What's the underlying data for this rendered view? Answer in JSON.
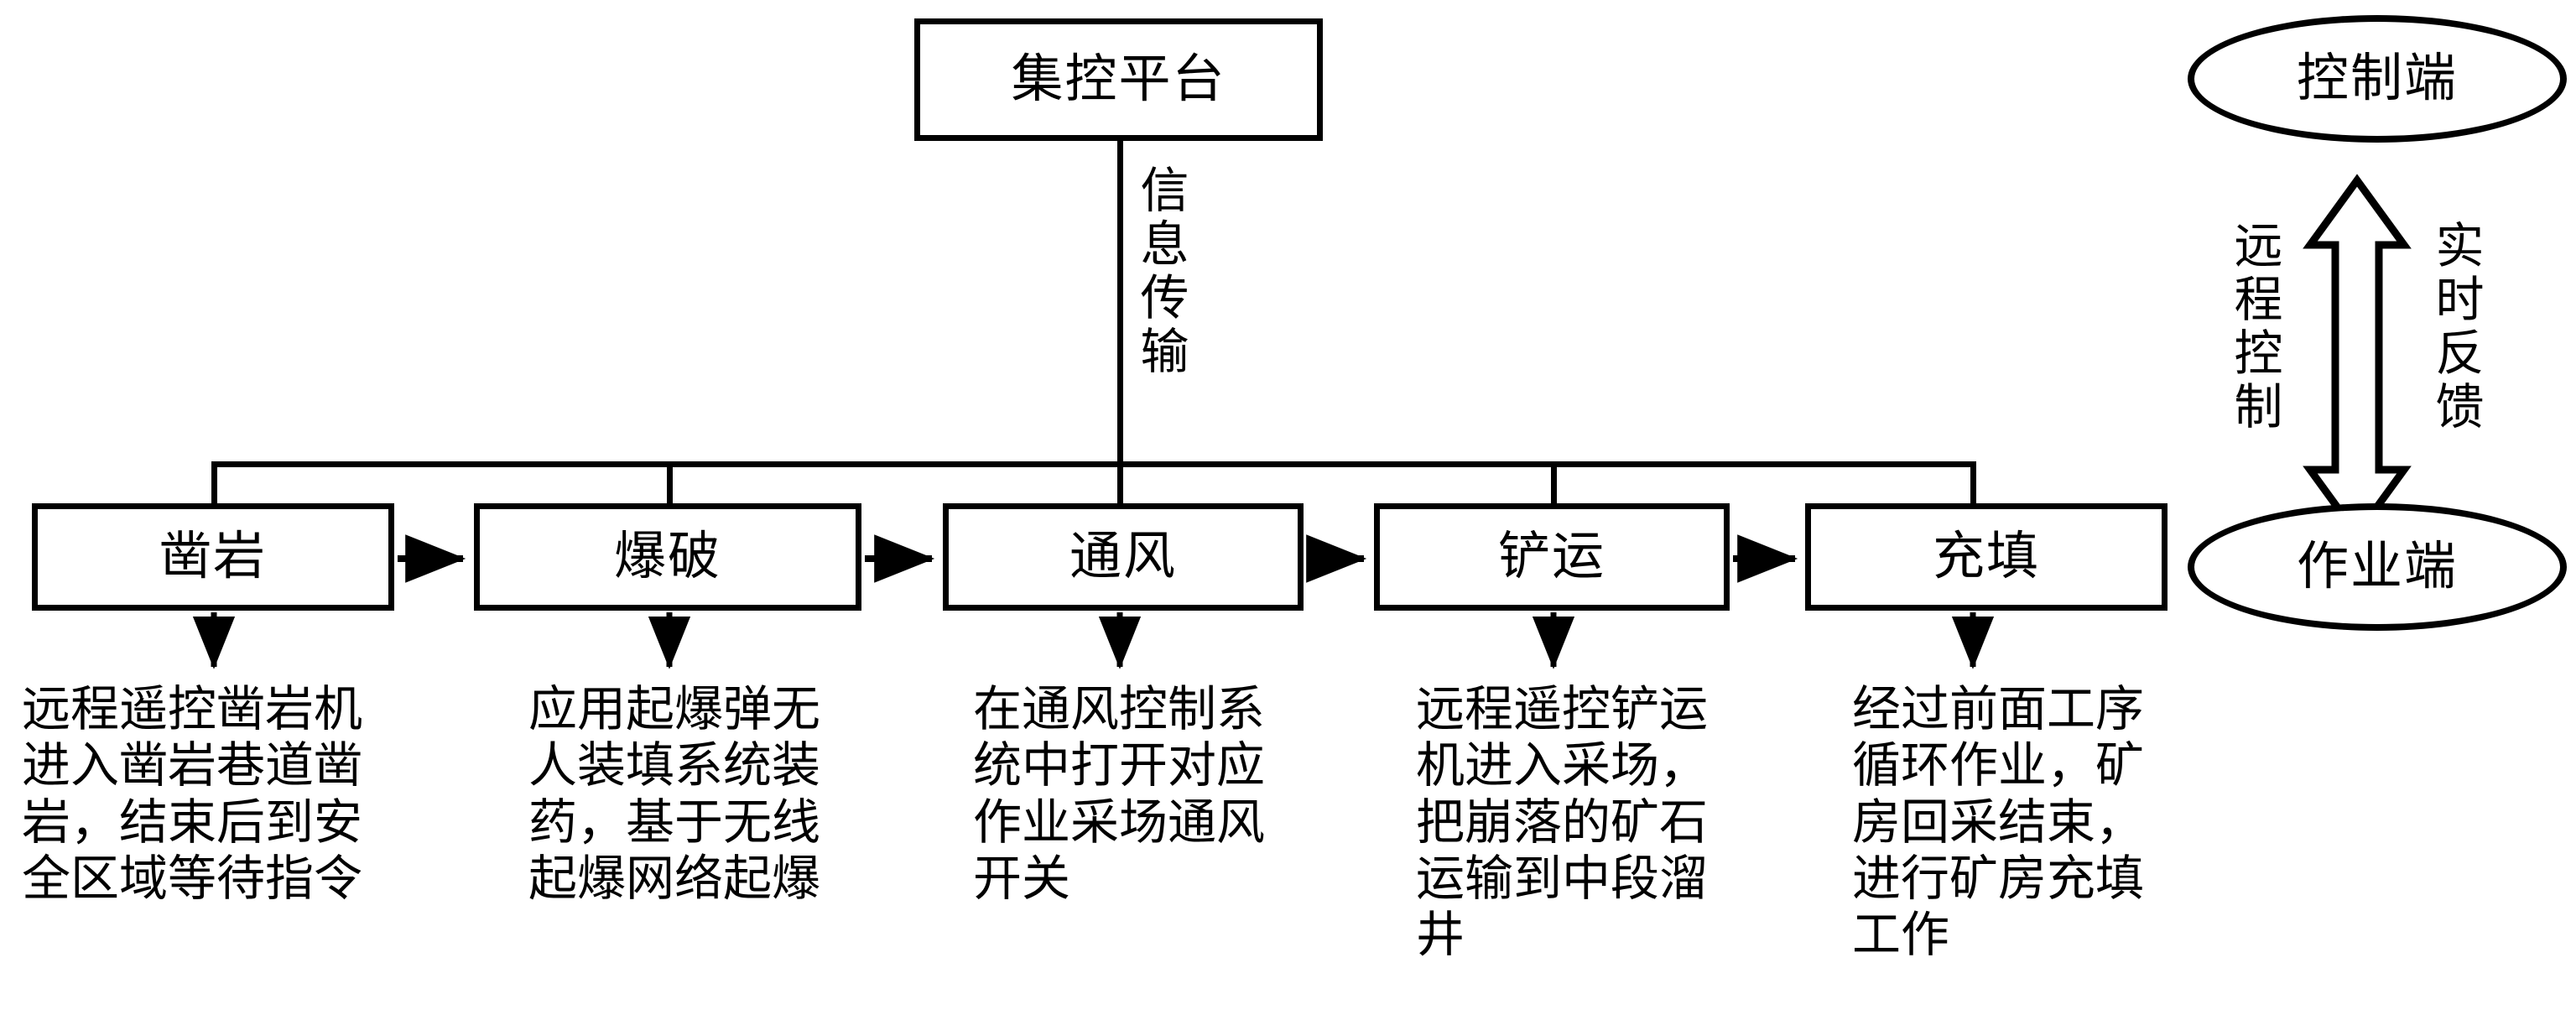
{
  "diagram": {
    "title_box": {
      "label": "集控平台"
    },
    "trunk_label": "信息传输",
    "process_steps": [
      {
        "id": "drilling",
        "label": "凿岩",
        "description": "远程遥控凿岩机进入凿岩巷道凿岩，结束后到安全区域等待指令"
      },
      {
        "id": "blasting",
        "label": "爆破",
        "description": "应用起爆弹无人装填系统装药，基于无线起爆网络起爆"
      },
      {
        "id": "ventilation",
        "label": "通风",
        "description": "在通风控制系统中打开对应作业采场通风开关"
      },
      {
        "id": "hauling",
        "label": "铲运",
        "description": "远程遥控铲运机进入采场，把崩落的矿石运输到中段溜井"
      },
      {
        "id": "backfill",
        "label": "充填",
        "description": "经过前面工序循环作业，矿房回采结束，进行矿房充填工作"
      }
    ],
    "side_panel": {
      "top_node": "控制端",
      "bottom_node": "作业端",
      "left_label": "远程控制",
      "right_label": "实时反馈"
    },
    "colors": {
      "stroke": "#000000",
      "background": "#ffffff"
    }
  }
}
